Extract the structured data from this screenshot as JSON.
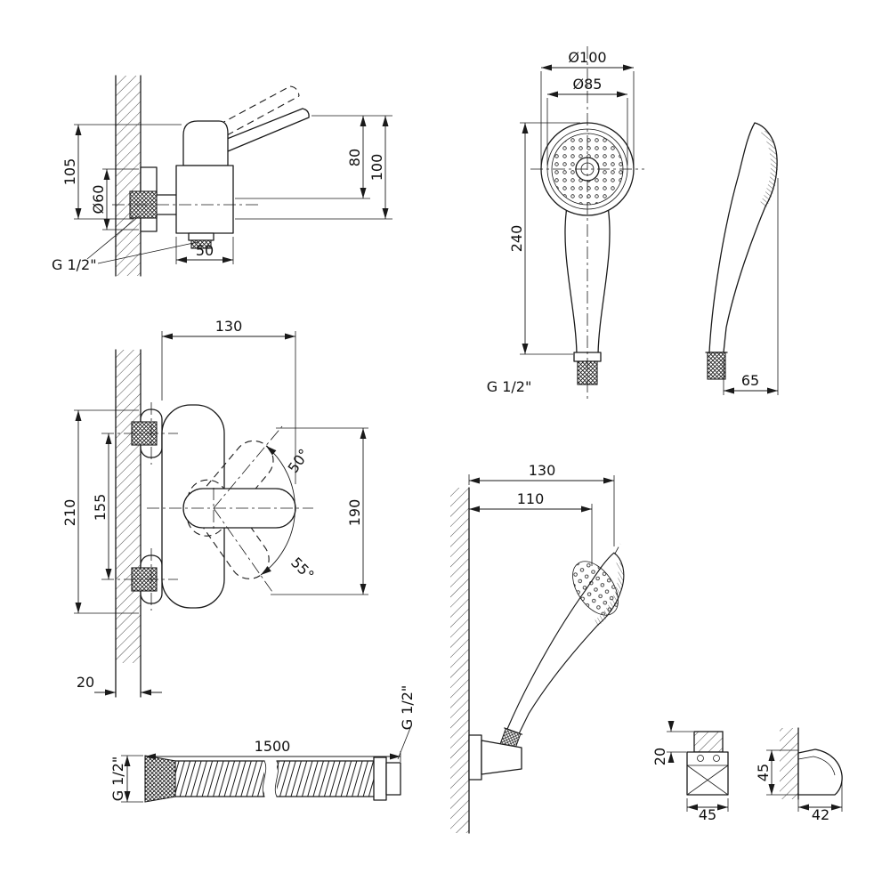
{
  "drawing": {
    "background_color": "#ffffff",
    "line_color": "#1a1a1a",
    "views": {
      "mixer_side": {
        "dims": {
          "height": "105",
          "flange_diameter": "Ø60",
          "thread": "G 1/2\"",
          "body_width": "50",
          "lever_height": "80",
          "total_height": "100"
        }
      },
      "handshower_front": {
        "dims": {
          "outer_diameter": "Ø100",
          "face_diameter": "Ø85",
          "length": "240",
          "thread": "G 1/2\""
        }
      },
      "handshower_side": {
        "dims": {
          "depth": "65"
        }
      },
      "mixer_front": {
        "dims": {
          "width": "130",
          "overall_height": "210",
          "inlet_centers": "155",
          "lever_sweep": "190",
          "angle_up": "50°",
          "angle_down": "55°",
          "wall_thickness": "20"
        }
      },
      "hose": {
        "dims": {
          "length": "1500",
          "thread_left": "G 1/2\"",
          "thread_right": "G 1/2\""
        }
      },
      "holder_shower": {
        "dims": {
          "reach_overall": "130",
          "reach": "110"
        }
      },
      "bracket_front": {
        "dims": {
          "tab_height": "20",
          "width": "45"
        }
      },
      "bracket_side": {
        "dims": {
          "height": "45",
          "depth": "42"
        }
      }
    }
  }
}
